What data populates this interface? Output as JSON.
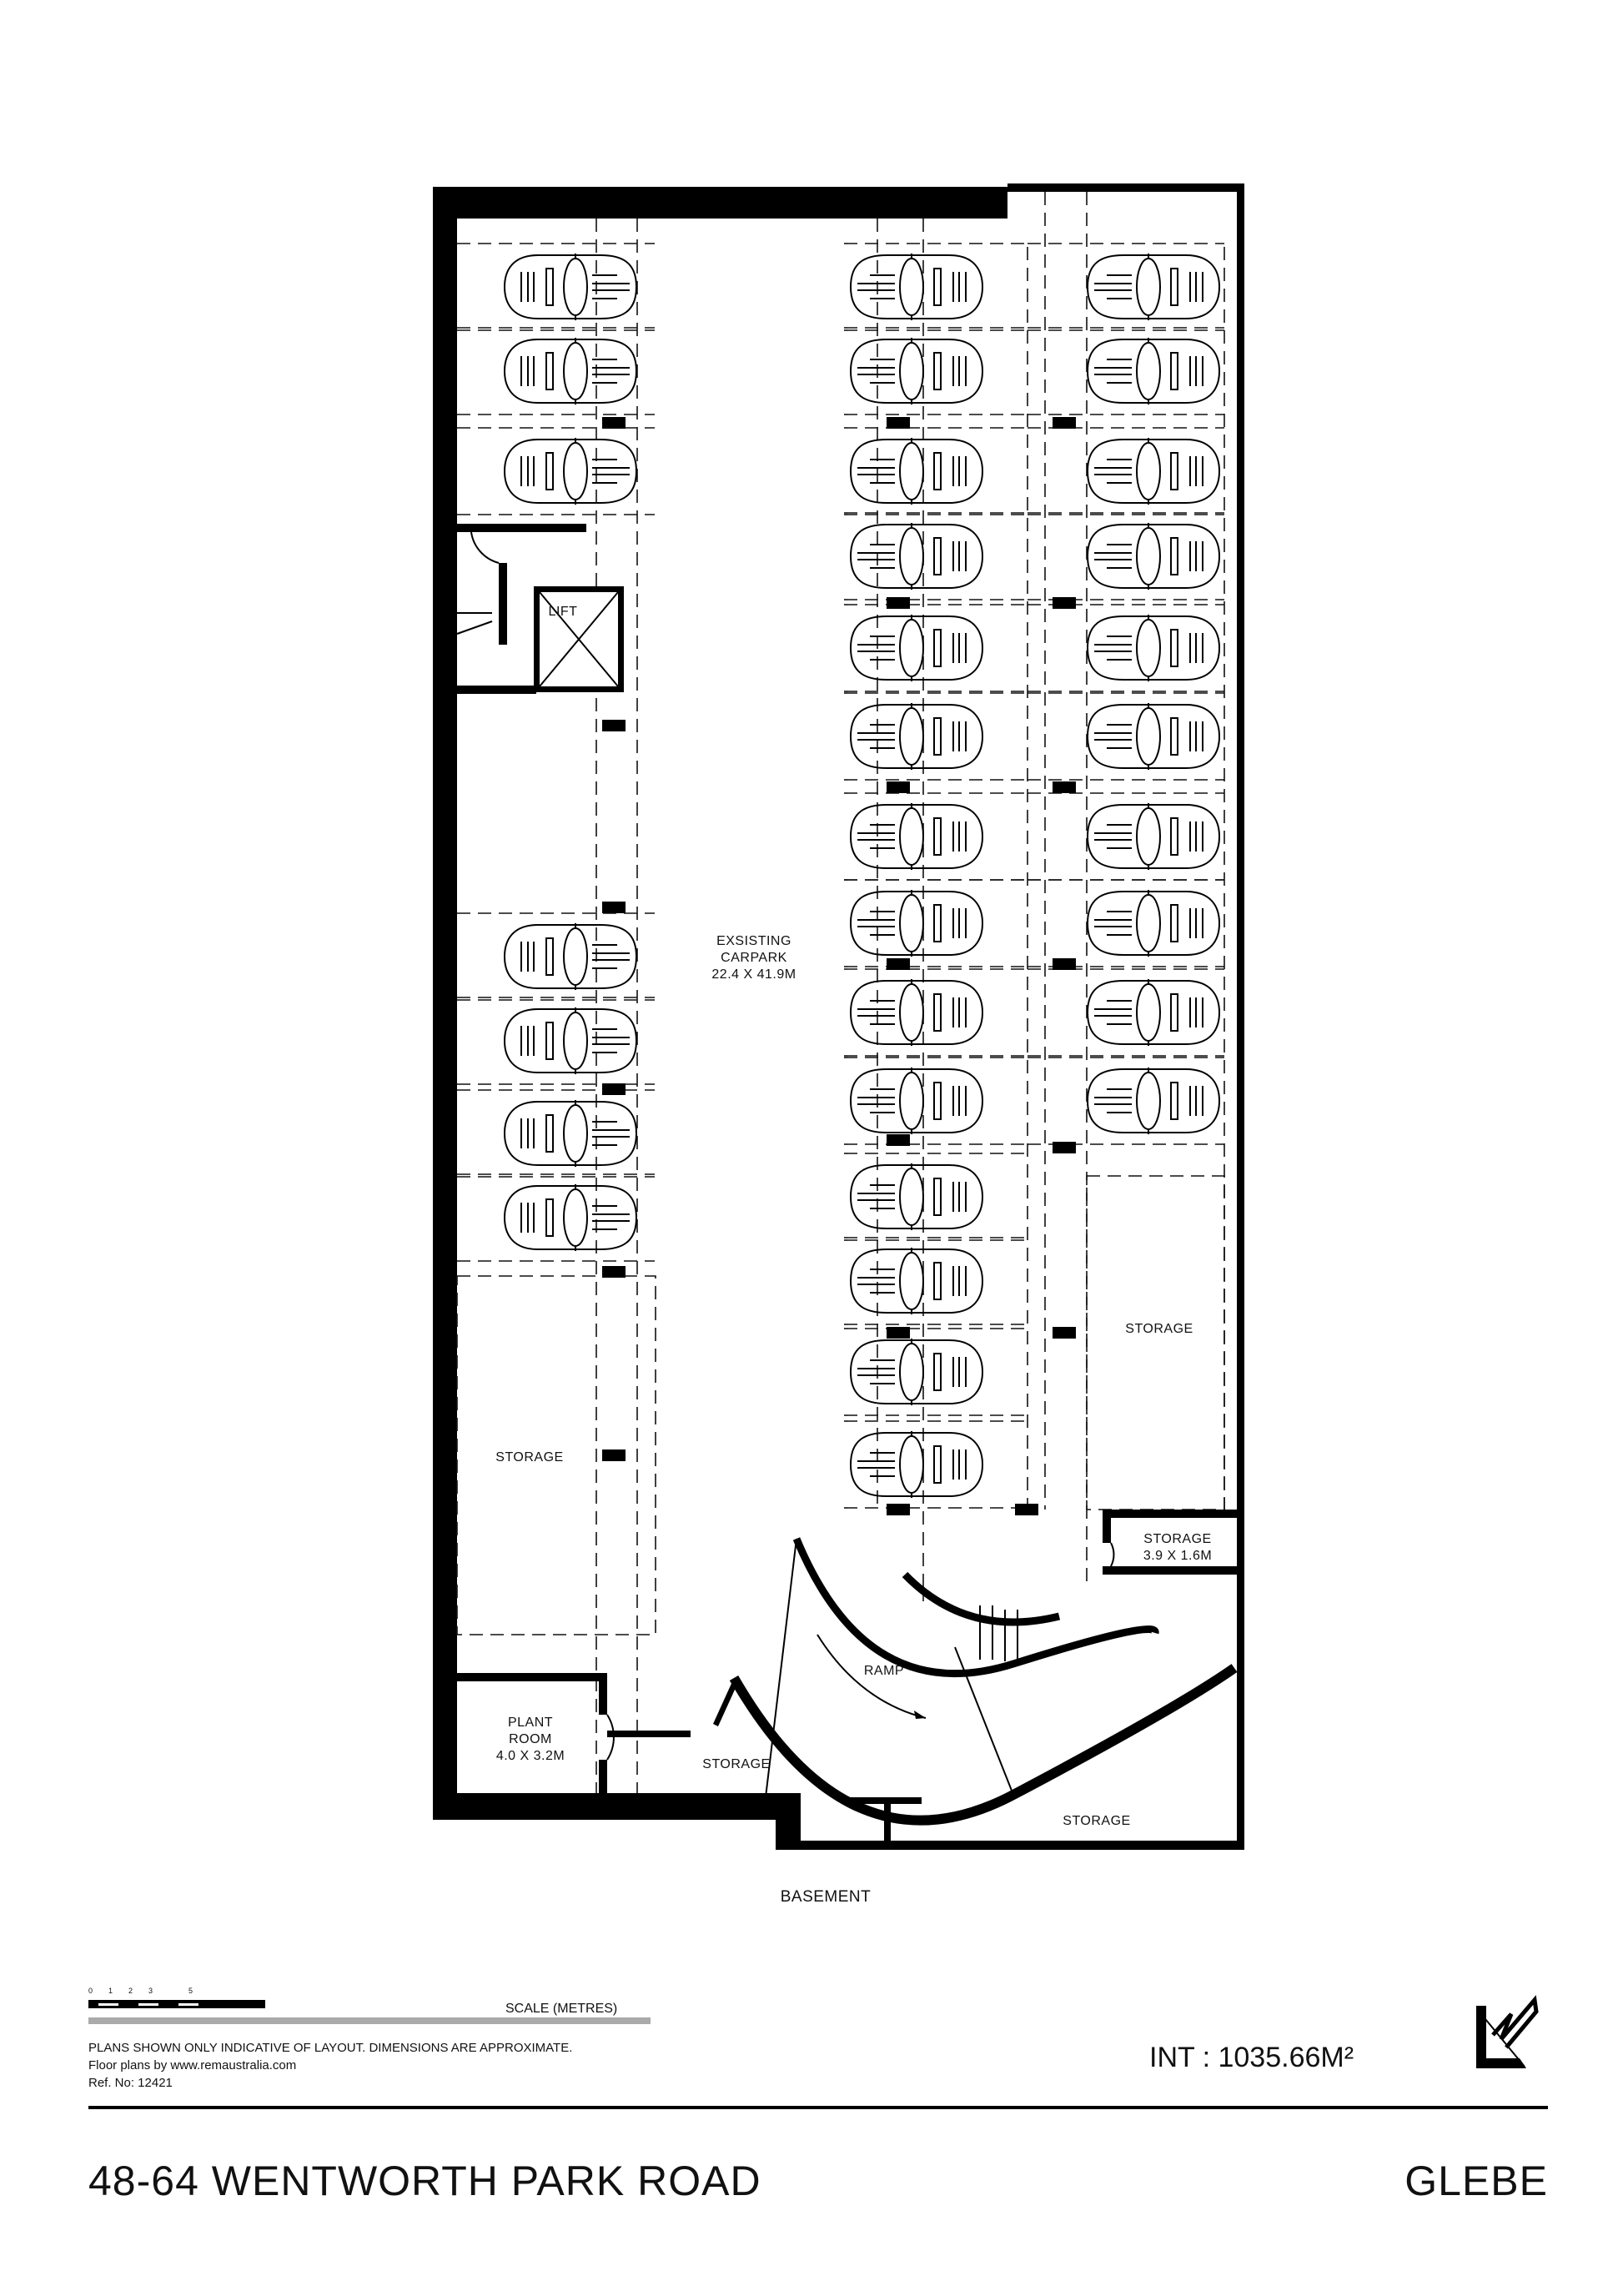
{
  "plan": {
    "level_label": "BASEMENT",
    "carpark": {
      "line1": "EXSISTING",
      "line2": "CARPARK",
      "dims": "22.4 X 41.9M"
    },
    "lift_label": "LIFT",
    "ramp_label": "RAMP",
    "storage_left": "STORAGE",
    "storage_right": "STORAGE",
    "storage_small": {
      "name": "STORAGE",
      "dims": "3.9 X 1.6M"
    },
    "plant_room": {
      "line1": "PLANT",
      "line2": "ROOM",
      "dims": "4.0 X 3.2M"
    },
    "storage_bottom_mid": "STORAGE",
    "storage_bottom_right": "STORAGE"
  },
  "legend": {
    "scale_ticks": [
      "0",
      "1",
      "2",
      "3",
      "5"
    ],
    "scale_label": "SCALE (METRES)",
    "disclaimer": "PLANS SHOWN ONLY INDICATIVE OF LAYOUT.  DIMENSIONS ARE APPROXIMATE.",
    "credit": "Floor plans by www.remaustralia.com",
    "ref": "Ref. No: 12421",
    "internal_area": "INT : 1035.66M²"
  },
  "footer": {
    "address": "48-64 WENTWORTH PARK ROAD",
    "suburb": "GLEBE"
  }
}
